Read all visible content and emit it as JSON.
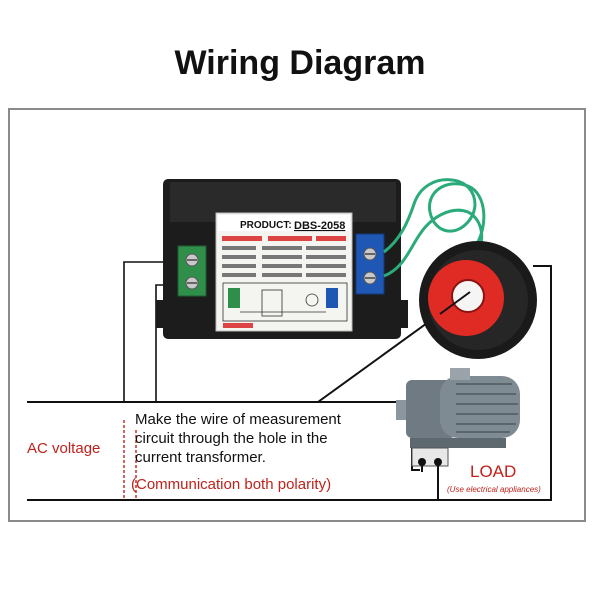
{
  "title": "Wiring Diagram",
  "labels": {
    "ac_voltage": "AC voltage",
    "note_line1": "Make the wire of measurement",
    "note_line2": "circuit through the hole in the",
    "note_line3": "current transformer.",
    "note_red": "(Communication both polarity)",
    "load": "LOAD",
    "load_sub": "(Use electrical appliances)"
  },
  "meter": {
    "product_label": "PRODUCT:",
    "model": "DBS-2058"
  },
  "colors": {
    "frame": "#8a8a8a",
    "wire": "#111111",
    "label_red": "#c0221b",
    "terminal_green": "#2f8f4a",
    "terminal_blue": "#1f57b5",
    "coil_green": "#2bab7a",
    "ring_red": "#e02a24",
    "ring_black": "#1a1a1a",
    "motor_gray": "#7f8b93"
  }
}
